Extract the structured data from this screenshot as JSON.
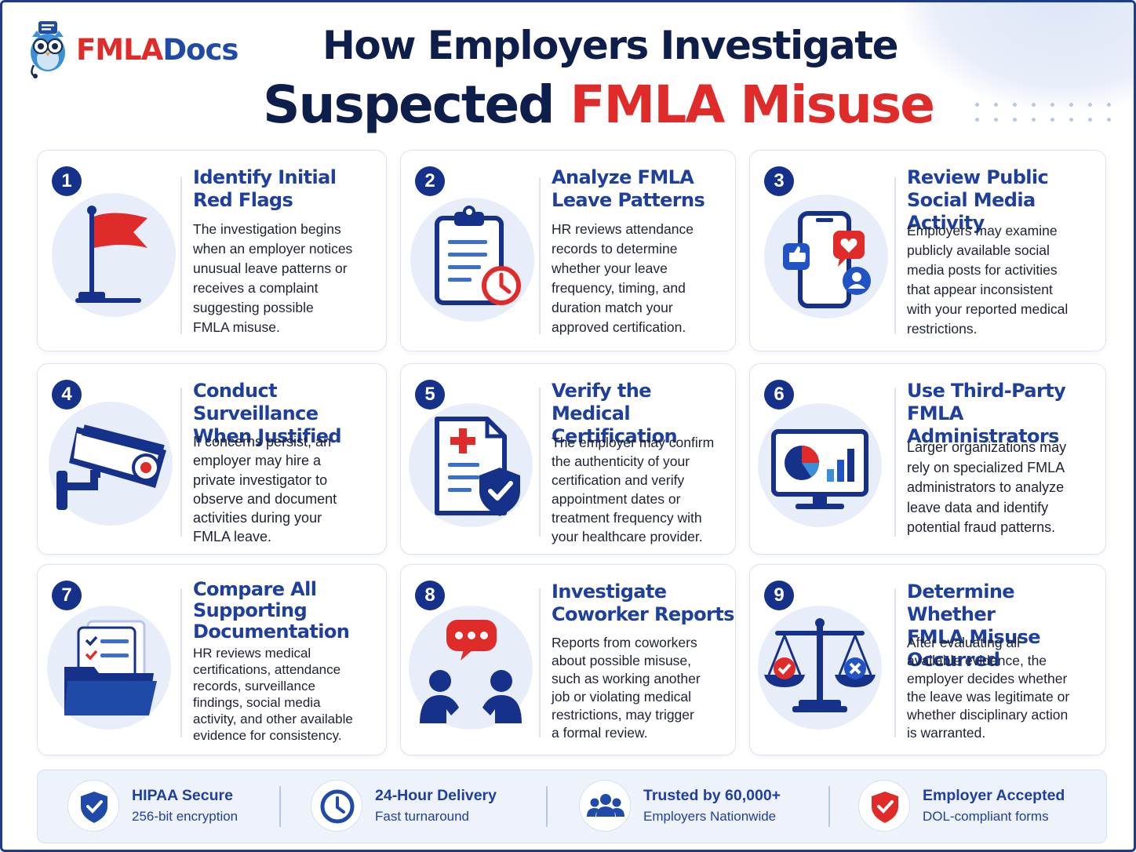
{
  "brand": {
    "fmla": "FMLA",
    "docs": "Docs"
  },
  "title": {
    "line1": "How Employers Investigate",
    "line2_dark": "Suspected ",
    "line2_red": "FMLA Misuse"
  },
  "colors": {
    "navy": "#16318a",
    "accent_blue": "#1f3f9e",
    "accent_red": "#e02b2b",
    "icon_bg": "#e8eef9"
  },
  "steps": [
    {
      "number": "1",
      "icon": "red-flag-icon",
      "title": "Identify Initial\nRed Flags",
      "text": "The investigation begins\nwhen an employer notices\nunusual leave patterns or\nreceives a complaint\nsuggesting possible\nFMLA misuse."
    },
    {
      "number": "2",
      "icon": "clipboard-clock-icon",
      "title": "Analyze FMLA\nLeave Patterns",
      "text": "HR reviews attendance\nrecords to determine\nwhether your leave\nfrequency, timing, and\nduration match your\napproved certification."
    },
    {
      "number": "3",
      "icon": "smartphone-social-icon",
      "title": "Review Public\nSocial Media Activity",
      "text": "Employers may examine\npublicly available social\nmedia posts for activities\nthat appear inconsistent\nwith your reported medical\nrestrictions."
    },
    {
      "number": "4",
      "icon": "security-camera-icon",
      "title": "Conduct Surveillance\nWhen Justified",
      "text": "If concerns persist, an\nemployer may hire a\nprivate investigator to\nobserve and document\nactivities during your\nFMLA leave."
    },
    {
      "number": "5",
      "icon": "medical-document-shield-icon",
      "title": "Verify the Medical\nCertification",
      "text": "The employer may confirm\nthe authenticity of your\ncertification and verify\nappointment dates or\ntreatment frequency with\nyour healthcare provider."
    },
    {
      "number": "6",
      "icon": "monitor-chart-icon",
      "title": "Use Third-Party\nFMLA Administrators",
      "text": "Larger organizations may\nrely on specialized FMLA\nadministrators to analyze\nleave data and identify\npotential fraud patterns."
    },
    {
      "number": "7",
      "icon": "folder-documents-icon",
      "title": "Compare All\nSupporting\nDocumentation",
      "text": "HR reviews medical\ncertifications, attendance\nrecords, surveillance\nfindings, social media\nactivity, and other available\nevidence for consistency."
    },
    {
      "number": "8",
      "icon": "coworkers-chat-icon",
      "title": "Investigate\nCoworker Reports",
      "text": "Reports from coworkers\nabout possible misuse,\nsuch as working another\njob or violating medical\nrestrictions, may trigger\na formal review."
    },
    {
      "number": "9",
      "icon": "balance-scale-icon",
      "title": "Determine Whether\nFMLA Misuse Occurred",
      "text": "After evaluating all\navailable evidence, the\nemployer decides whether\nthe leave was legitimate or\nwhether disciplinary action\nis warranted."
    }
  ],
  "footer": [
    {
      "icon": "shield-check-icon",
      "title": "HIPAA Secure",
      "sub": "256-bit encryption"
    },
    {
      "icon": "clock-icon",
      "title": "24-Hour Delivery",
      "sub": "Fast turnaround"
    },
    {
      "icon": "people-icon",
      "title": "Trusted by 60,000+",
      "sub": "Employers Nationwide"
    },
    {
      "icon": "badge-check-icon",
      "title": "Employer Accepted",
      "sub": "DOL-compliant forms"
    }
  ]
}
